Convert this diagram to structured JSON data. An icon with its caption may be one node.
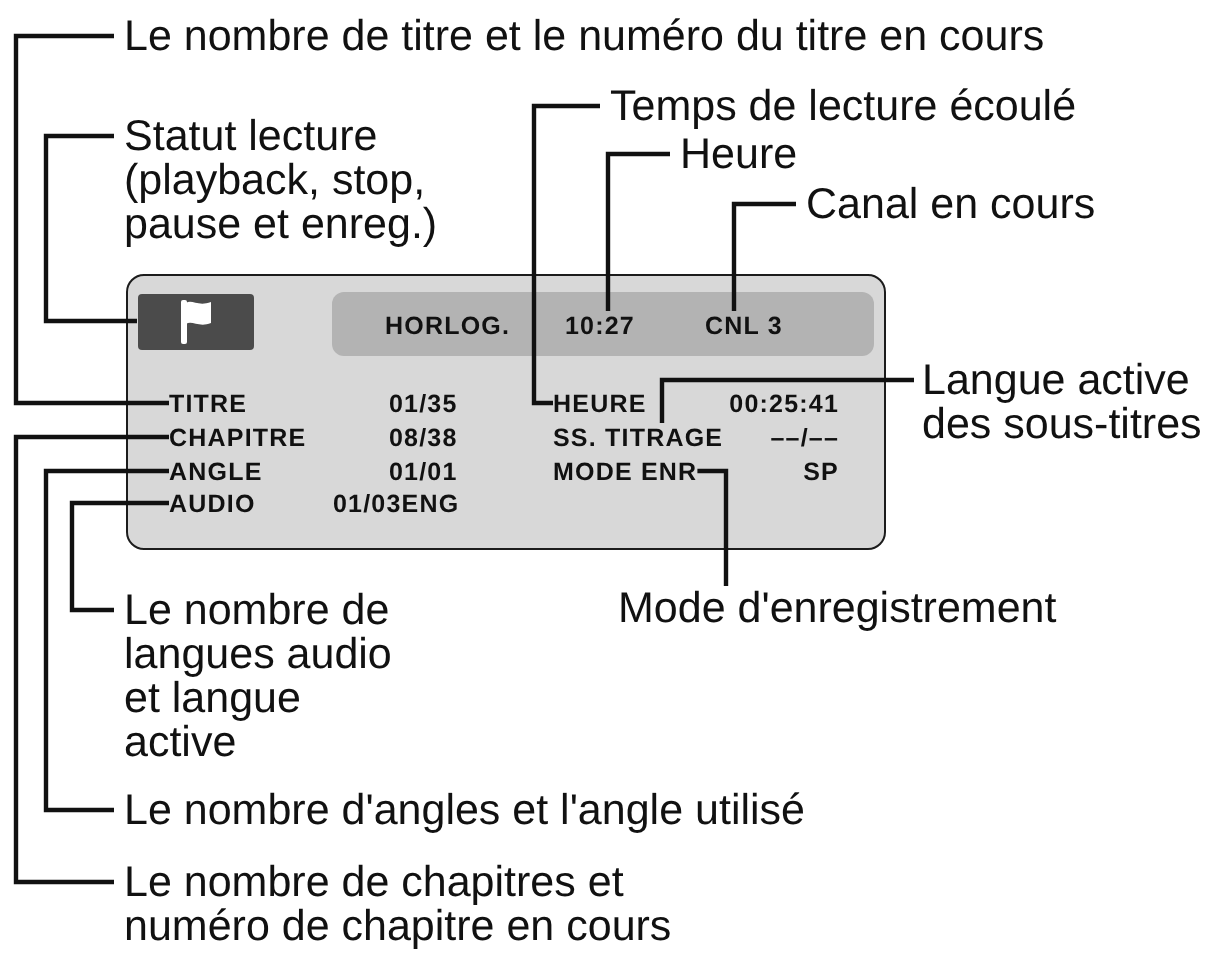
{
  "diagram": {
    "nodes": [
      {
        "text": [
          "Le nombre de titre et le numéro du titre en cours"
        ]
      },
      {
        "text": [
          "Statut lecture (playback, stop, pause et enreg.)"
        ]
      },
      {
        "text": [
          "Temps de lecture écoulé"
        ]
      },
      {
        "text": [
          "Heure"
        ]
      },
      {
        "text": [
          "Canal en cours"
        ]
      },
      {
        "text": [
          "01/35",
          "00:25:41",
          "08/38",
          "––/––",
          "01/01",
          "SP",
          "01/03ENG"
        ]
      },
      {
        "text": [],
        "shape": "box",
        "in": 5
      },
      {
        "text": [
          "HORLOG."
        ],
        "in": 5
      },
      {
        "text": [
          "10:27"
        ],
        "in": 7
      },
      {
        "text": [
          "CNL 3"
        ],
        "in": 7
      },
      {
        "text": [
          "TITRE"
        ],
        "in": 5
      },
      {
        "text": [
          "HEURE"
        ],
        "in": 5
      },
      {
        "text": [
          "CHAPITRE"
        ],
        "in": 5
      },
      {
        "text": [
          "SS. TITRAGE"
        ],
        "in": 5
      },
      {
        "text": [
          "ANGLE"
        ],
        "in": 5
      },
      {
        "text": [
          "MODE ENR"
        ],
        "in": 5
      },
      {
        "text": [
          "AUDIO"
        ],
        "in": 5
      },
      {
        "text": [
          "Langue active des sous-titres"
        ]
      },
      {
        "text": [
          "Le nombre de langues audio et langue active"
        ]
      },
      {
        "text": [
          "Mode d'enregistrement"
        ]
      },
      {
        "text": [
          "Le nombre d'angles et l'angle utilisé"
        ]
      },
      {
        "text": [
          "Le nombre de chapitres et numéro de chapitre en cours"
        ]
      }
    ],
    "edges": [
      {
        "from": 0,
        "to": 10,
        "arrow": "none"
      },
      {
        "from": 1,
        "to": 6,
        "arrow": "none"
      },
      {
        "from": 2,
        "to": 11,
        "arrow": "none"
      },
      {
        "from": 3,
        "to": 8,
        "arrow": "none"
      },
      {
        "from": 4,
        "to": 9,
        "arrow": "none"
      },
      {
        "from": 17,
        "to": 13,
        "arrow": "none"
      },
      {
        "from": 19,
        "to": 15,
        "arrow": "none"
      },
      {
        "from": 18,
        "to": 16,
        "arrow": "none"
      },
      {
        "from": 20,
        "to": 14,
        "arrow": "none"
      },
      {
        "from": 21,
        "to": 12,
        "arrow": "none"
      }
    ]
  }
}
